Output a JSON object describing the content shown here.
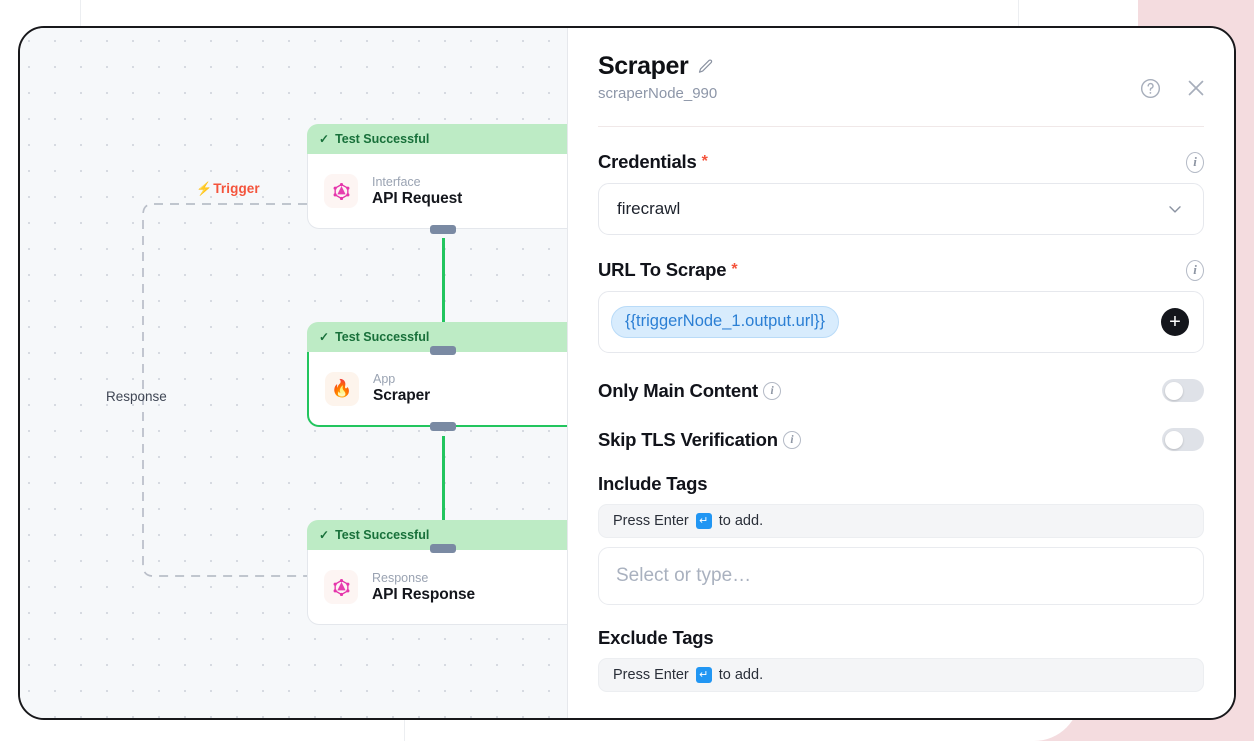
{
  "canvas": {
    "trigger_label": "Trigger",
    "trigger_icon": "lightning-bolt-icon",
    "response_label": "Response",
    "nodes": [
      {
        "status": "Test Successful",
        "status_check": "✓",
        "kind": "Interface",
        "title": "API Request",
        "icon": "graphql-icon",
        "selected": false
      },
      {
        "status": "Test Successful",
        "status_check": "✓",
        "kind": "App",
        "title": "Scraper",
        "icon": "firecrawl-flame-icon",
        "selected": true
      },
      {
        "status": "Test Successful",
        "status_check": "✓",
        "kind": "Response",
        "title": "API Response",
        "icon": "graphql-icon",
        "selected": false
      }
    ]
  },
  "panel": {
    "title": "Scraper",
    "subtitle": "scraperNode_990",
    "edit_icon": "pencil-icon",
    "help_icon": "question-mark-circle-icon",
    "close_icon": "close-icon",
    "fields": {
      "credentials": {
        "label": "Credentials",
        "required_mark": "*",
        "info_icon": "info-icon",
        "value": "firecrawl",
        "chevron_icon": "chevron-down-icon"
      },
      "url_to_scrape": {
        "label": "URL To Scrape",
        "required_mark": "*",
        "info_icon": "info-icon",
        "token": "{{triggerNode_1.output.url}}",
        "add_icon": "plus-circle-icon"
      },
      "only_main_content": {
        "label": "Only Main Content",
        "info_icon": "info-icon",
        "value": "off"
      },
      "skip_tls_verification": {
        "label": "Skip TLS Verification",
        "info_icon": "info-icon",
        "value": "off"
      },
      "include_tags": {
        "label": "Include Tags",
        "hint_prefix": "Press Enter",
        "hint_key": "↵",
        "hint_suffix": "to add.",
        "placeholder": "Select or type…"
      },
      "exclude_tags": {
        "label": "Exclude Tags",
        "hint_prefix": "Press Enter",
        "hint_key": "↵",
        "hint_suffix": "to add."
      }
    }
  },
  "colors": {
    "accent_green": "#22c55e",
    "status_band": "#bdebc5",
    "trigger_red": "#f4543c",
    "token_blue": "#2b7fd4",
    "rose_backdrop": "#f4dcdf"
  }
}
